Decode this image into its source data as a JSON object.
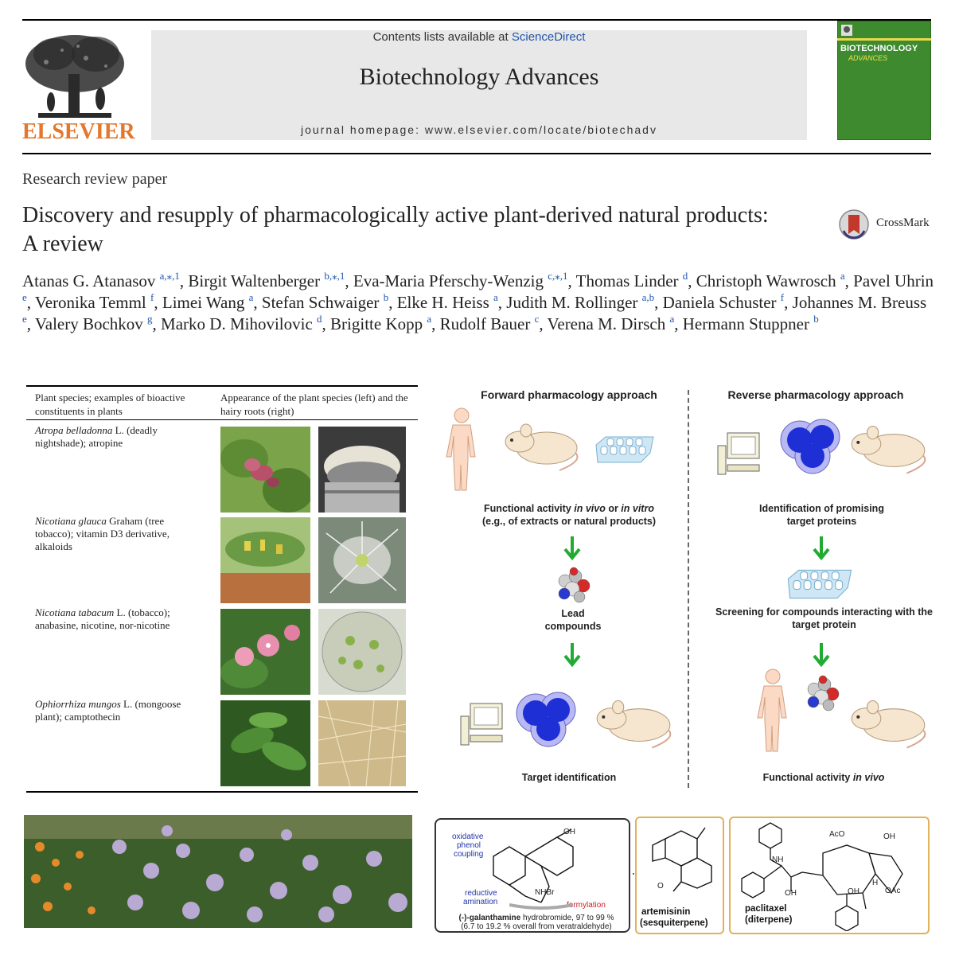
{
  "header": {
    "contents_prefix": "Contents lists available at ",
    "sciencedirect": "ScienceDirect",
    "journal": "Biotechnology Advances",
    "homepage": "journal homepage: www.elsevier.com/locate/biotechadv",
    "publisher": "ELSEVIER",
    "cover_title": "BIOTECHNOLOGY",
    "cover_subtitle": "ADVANCES"
  },
  "article": {
    "type": "Research review paper",
    "title": "Discovery and resupply of pharmacologically active plant-derived natural products: A review",
    "crossmark": "CrossMark"
  },
  "authors": [
    {
      "name": "Atanas G. Atanasov",
      "aff": "a,⁎,1"
    },
    {
      "name": "Birgit Waltenberger",
      "aff": "b,⁎,1"
    },
    {
      "name": "Eva-Maria Pferschy-Wenzig",
      "aff": "c,⁎,1"
    },
    {
      "name": "Thomas Linder",
      "aff": "d"
    },
    {
      "name": "Christoph Wawrosch",
      "aff": "a"
    },
    {
      "name": "Pavel Uhrin",
      "aff": "e"
    },
    {
      "name": "Veronika Temml",
      "aff": "f"
    },
    {
      "name": "Limei Wang",
      "aff": "a"
    },
    {
      "name": "Stefan Schwaiger",
      "aff": "b"
    },
    {
      "name": "Elke H. Heiss",
      "aff": "a"
    },
    {
      "name": "Judith M. Rollinger",
      "aff": "a,b"
    },
    {
      "name": "Daniela Schuster",
      "aff": "f"
    },
    {
      "name": "Johannes M. Breuss",
      "aff": "e"
    },
    {
      "name": "Valery Bochkov",
      "aff": "g"
    },
    {
      "name": "Marko D. Mihovilovic",
      "aff": "d"
    },
    {
      "name": "Brigitte Kopp",
      "aff": "a"
    },
    {
      "name": "Rudolf Bauer",
      "aff": "c"
    },
    {
      "name": "Verena M. Dirsch",
      "aff": "a"
    },
    {
      "name": "Hermann Stuppner",
      "aff": "b"
    }
  ],
  "table": {
    "col1_header": "Plant species; examples of bioactive constituents in plants",
    "col2_header": "Appearance of the plant species (left) and the hairy roots (right)",
    "rows": [
      {
        "species": "Atropa belladonna",
        "rest": " L. (deadly nightshade); atropine"
      },
      {
        "species": "Nicotiana glauca",
        "rest": " Graham (tree tobacco); vitamin D3 derivative, alkaloids"
      },
      {
        "species": "Nicotiana tabacum",
        "rest": " L. (tobacco); anabasine, nicotine, nor-nicotine"
      },
      {
        "species": "Ophiorrhiza mungos",
        "rest": " L. (mongoose plant); camptothecin"
      }
    ]
  },
  "diagram": {
    "forward_title": "Forward pharmacology approach",
    "reverse_title": "Reverse pharmacology approach",
    "fwd_step1_a": "Functional activity ",
    "fwd_step1_b": "in vivo",
    "fwd_step1_c": " or ",
    "fwd_step1_d": "in vitro",
    "fwd_step1_line2": "(e.g., of extracts or natural products)",
    "fwd_step2": "Lead",
    "fwd_step2b": "compounds",
    "fwd_step3": "Target identification",
    "rev_step1": "Identification of  promising",
    "rev_step1b": "target proteins",
    "rev_step2": "Screening for compounds  interacting with the",
    "rev_step2b": "target protein",
    "rev_step3_a": "Functional activity ",
    "rev_step3_b": "in vivo"
  },
  "chemistry": {
    "oxidative": "oxidative",
    "phenol": "phenol",
    "coupling": "coupling",
    "reductive": "reductive",
    "amination": "amination",
    "formylation": "formylation",
    "galanthamine_a": "(-)-galanthamine",
    "galanthamine_b": " hydrobromide, 97 to 99 %",
    "galanthamine_c": "(6.7 to 19.2 % overall from veratraldehyde)",
    "oh": "OH",
    "nhbr": "NHBr",
    "o": "O",
    "artemisinin": "artemisinin",
    "artemisinin_class": "(sesquiterpene)",
    "paclitaxel": "paclitaxel",
    "paclitaxel_class": "(diterpene)",
    "aco": "AcO",
    "nh": "NH",
    "h": "H",
    "oac": "OAc"
  },
  "colors": {
    "link": "#2255aa",
    "elsevier_orange": "#e3772b",
    "cover_green": "#3d8b2e",
    "arrow_green": "#22aa33",
    "protein_blue": "#1f2fd6"
  }
}
